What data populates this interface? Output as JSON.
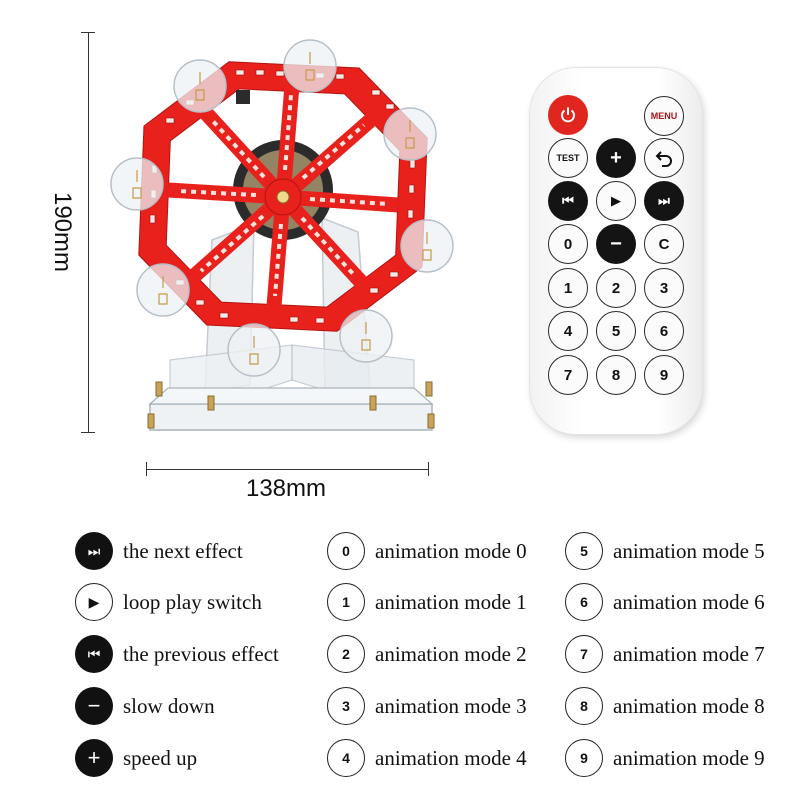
{
  "dimensions": {
    "height": "190mm",
    "width": "138mm"
  },
  "remote": {
    "power_icon": "power-icon",
    "menu_label": "MENU",
    "test_label": "TEST",
    "plus_glyph": "+",
    "back_icon": "back-arrow-icon",
    "prev_glyph": "⏮",
    "play_glyph": "▶",
    "next_glyph": "⏭",
    "zero_label": "0",
    "minus_glyph": "−",
    "clear_label": "C",
    "digits": [
      "1",
      "2",
      "3",
      "4",
      "5",
      "6",
      "7",
      "8",
      "9"
    ]
  },
  "legend": {
    "next_effect": {
      "glyph": "⏭",
      "text": "the next effect"
    },
    "loop_play": {
      "glyph": "▶",
      "text": "loop play switch"
    },
    "previous_effect": {
      "glyph": "⏮",
      "text": "the previous effect"
    },
    "slow_down": {
      "glyph": "−",
      "text": "slow down"
    },
    "speed_up": {
      "glyph": "+",
      "text": "speed up"
    },
    "modes": [
      {
        "key": "0",
        "text": "animation mode 0"
      },
      {
        "key": "1",
        "text": "animation mode 1"
      },
      {
        "key": "2",
        "text": "animation mode 2"
      },
      {
        "key": "3",
        "text": "animation mode 3"
      },
      {
        "key": "4",
        "text": "animation mode 4"
      },
      {
        "key": "5",
        "text": "animation mode 5"
      },
      {
        "key": "6",
        "text": "animation mode 6"
      },
      {
        "key": "7",
        "text": "animation mode 7"
      },
      {
        "key": "8",
        "text": "animation mode 8"
      },
      {
        "key": "9",
        "text": "animation mode 9"
      }
    ]
  },
  "colors": {
    "wheel_red": "#e8211c",
    "remote_red": "#e0261e",
    "button_black": "#141414"
  }
}
